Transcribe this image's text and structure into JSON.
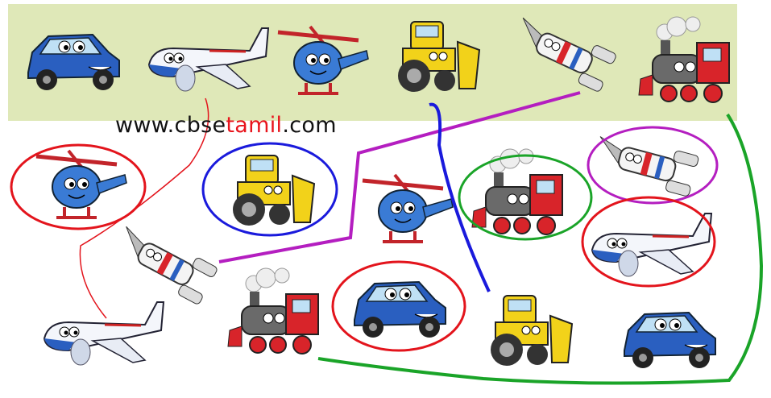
{
  "watermark": {
    "prefix": "www.cbse",
    "highlight": "tamil",
    "suffix": ".com"
  },
  "colors": {
    "band": "#dfe8b8",
    "highlight_text": "#e8141c",
    "match_red": "#e3141c",
    "match_blue": "#1a1adc",
    "match_green": "#1aa428",
    "match_purple": "#b41ec0",
    "vehicle_blue": "#2a5fc0",
    "vehicle_yellow": "#f2d21a",
    "vehicle_red": "#d8242a"
  },
  "top_row": [
    "car",
    "airplane",
    "helicopter",
    "bulldozer",
    "rocket",
    "train"
  ],
  "scattered": [
    "helicopter",
    "bulldozer",
    "helicopter",
    "train",
    "rocket",
    "airplane",
    "rocket",
    "airplane",
    "train",
    "car",
    "bulldozer",
    "car"
  ],
  "circled": [
    "helicopter",
    "bulldozer",
    "train",
    "rocket",
    "airplane",
    "car"
  ]
}
